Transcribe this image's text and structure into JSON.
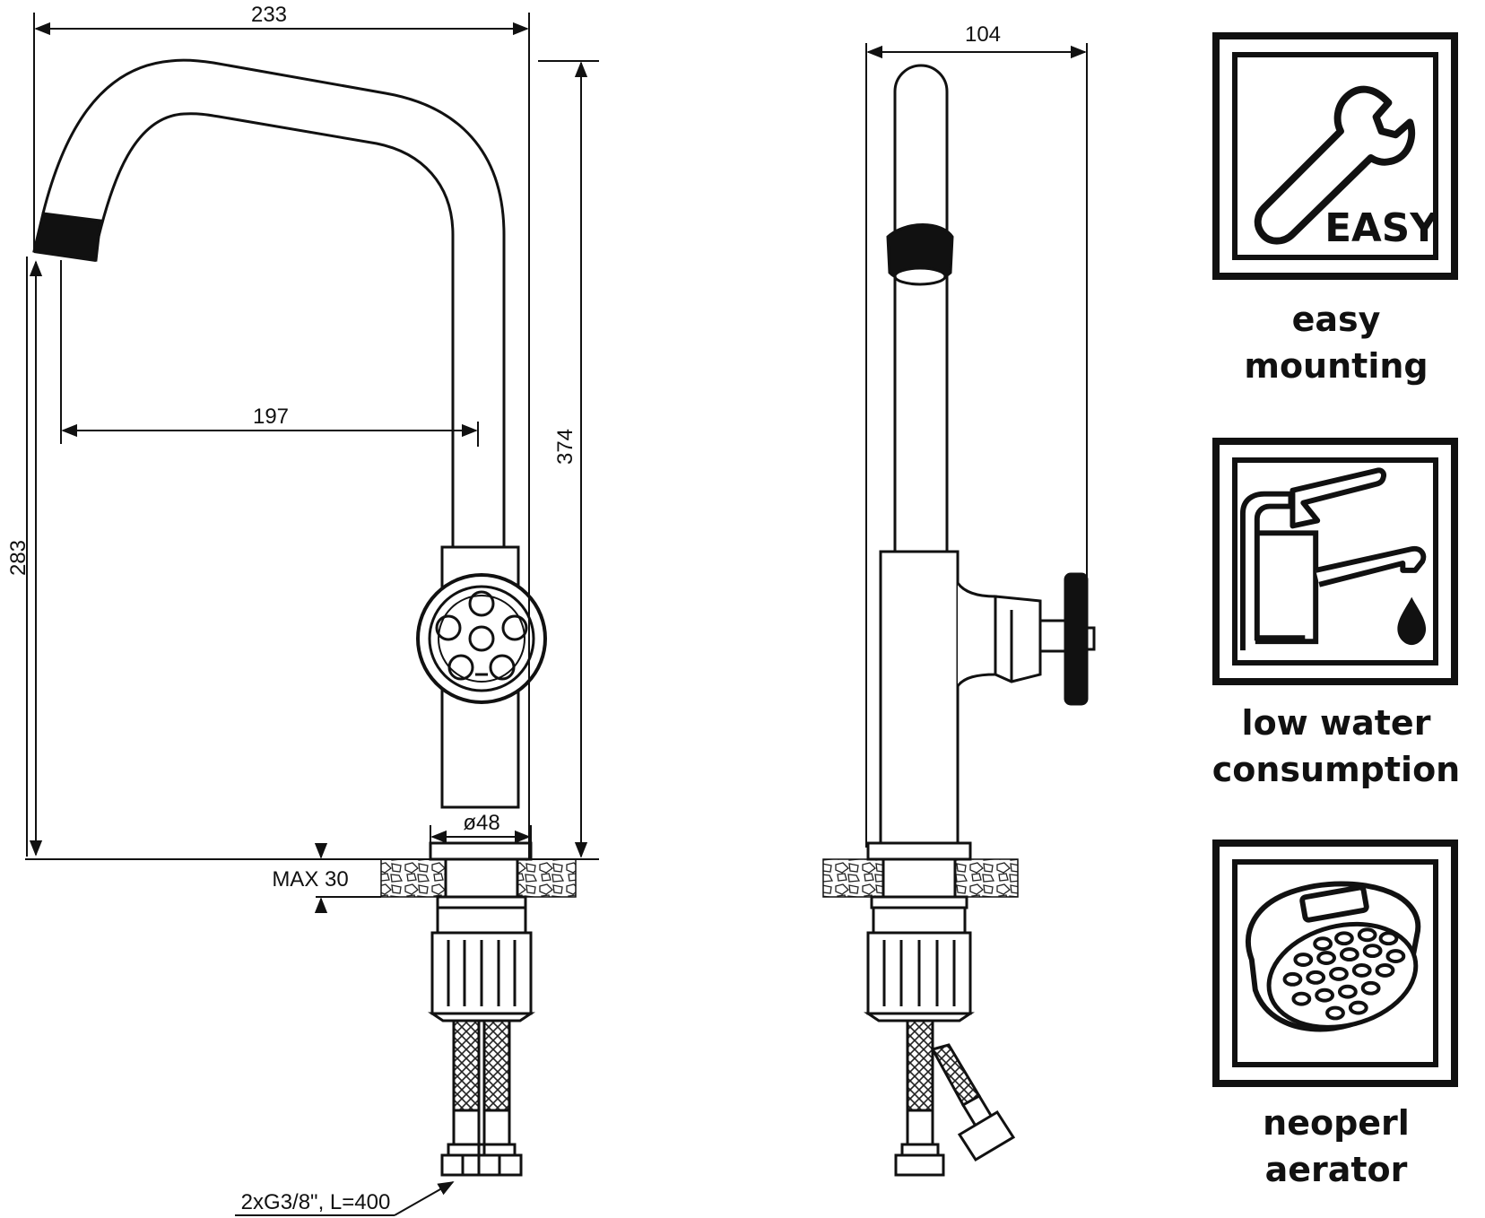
{
  "front_view": {
    "width_dim": "233",
    "reach_dim": "197",
    "height_dim": "374",
    "spout_height_dim": "283",
    "base_diameter_dim": "ø48",
    "max_counter_dim": "MAX 30",
    "hose_spec": "2xG3/8\", L=400"
  },
  "side_view": {
    "depth_dim": "104"
  },
  "features": [
    {
      "icon": "wrench-icon",
      "badge": "EASY",
      "line1": "easy",
      "line2": "mounting"
    },
    {
      "icon": "faucet-water-drop-icon",
      "line1": "low water",
      "line2": "consumption"
    },
    {
      "icon": "aerator-icon",
      "line1": "neoperl",
      "line2": "aerator"
    }
  ]
}
